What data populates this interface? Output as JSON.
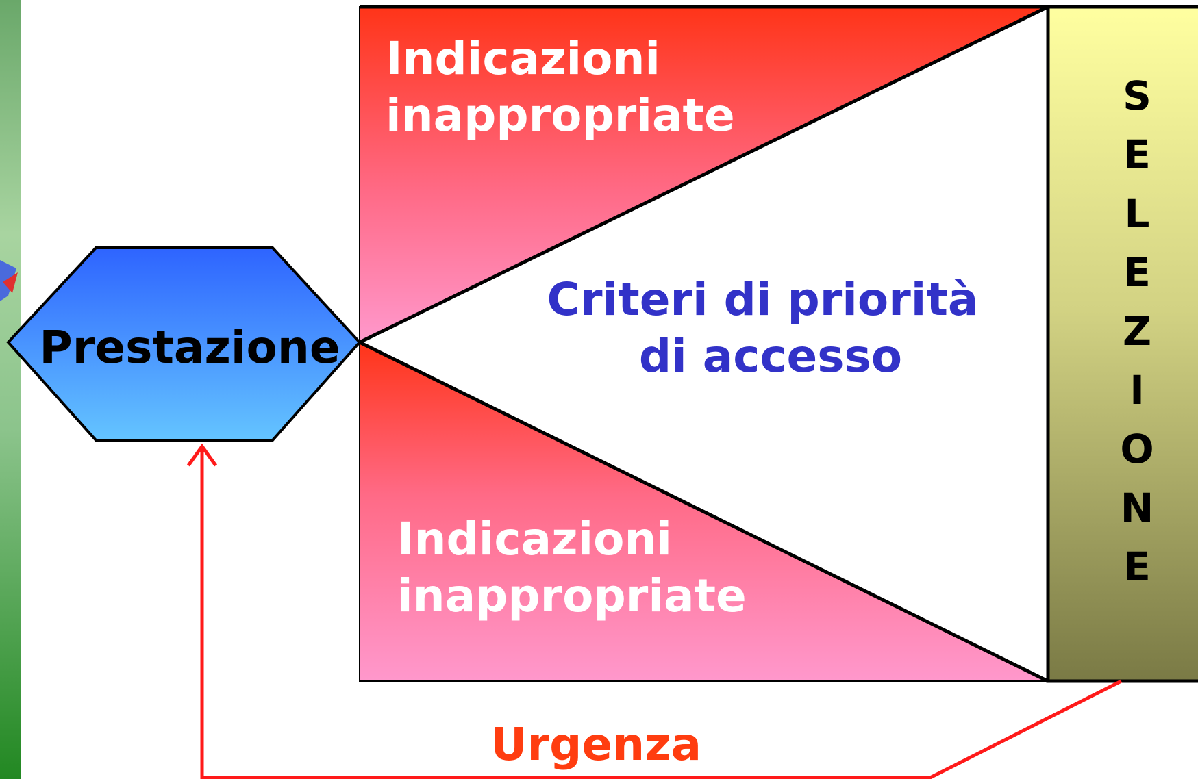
{
  "diagram": {
    "top_region_label": [
      "Indicazioni",
      "inappropriate"
    ],
    "middle_region_label": [
      "Criteri di priorità",
      "di accesso"
    ],
    "bottom_region_label": [
      "Indicazioni",
      "inappropriate"
    ],
    "hexagon_label": "Prestazione",
    "side_panel_letters": [
      "S",
      "E",
      "L",
      "E",
      "Z",
      "I",
      "O",
      "N",
      "E"
    ],
    "feedback_label": "Urgenza"
  },
  "colors": {
    "red_gradient_top": "#ff3418",
    "red_gradient_bottom": "#ff98cc",
    "hexagon_top": "#2e64ff",
    "hexagon_bottom": "#64c4ff",
    "panel_top": "#ffffa0",
    "panel_bottom": "#7a7a45",
    "sidebar_green": "#5aa55a",
    "criteria_text": "#3232c8",
    "urgency_red": "#ff3418"
  }
}
